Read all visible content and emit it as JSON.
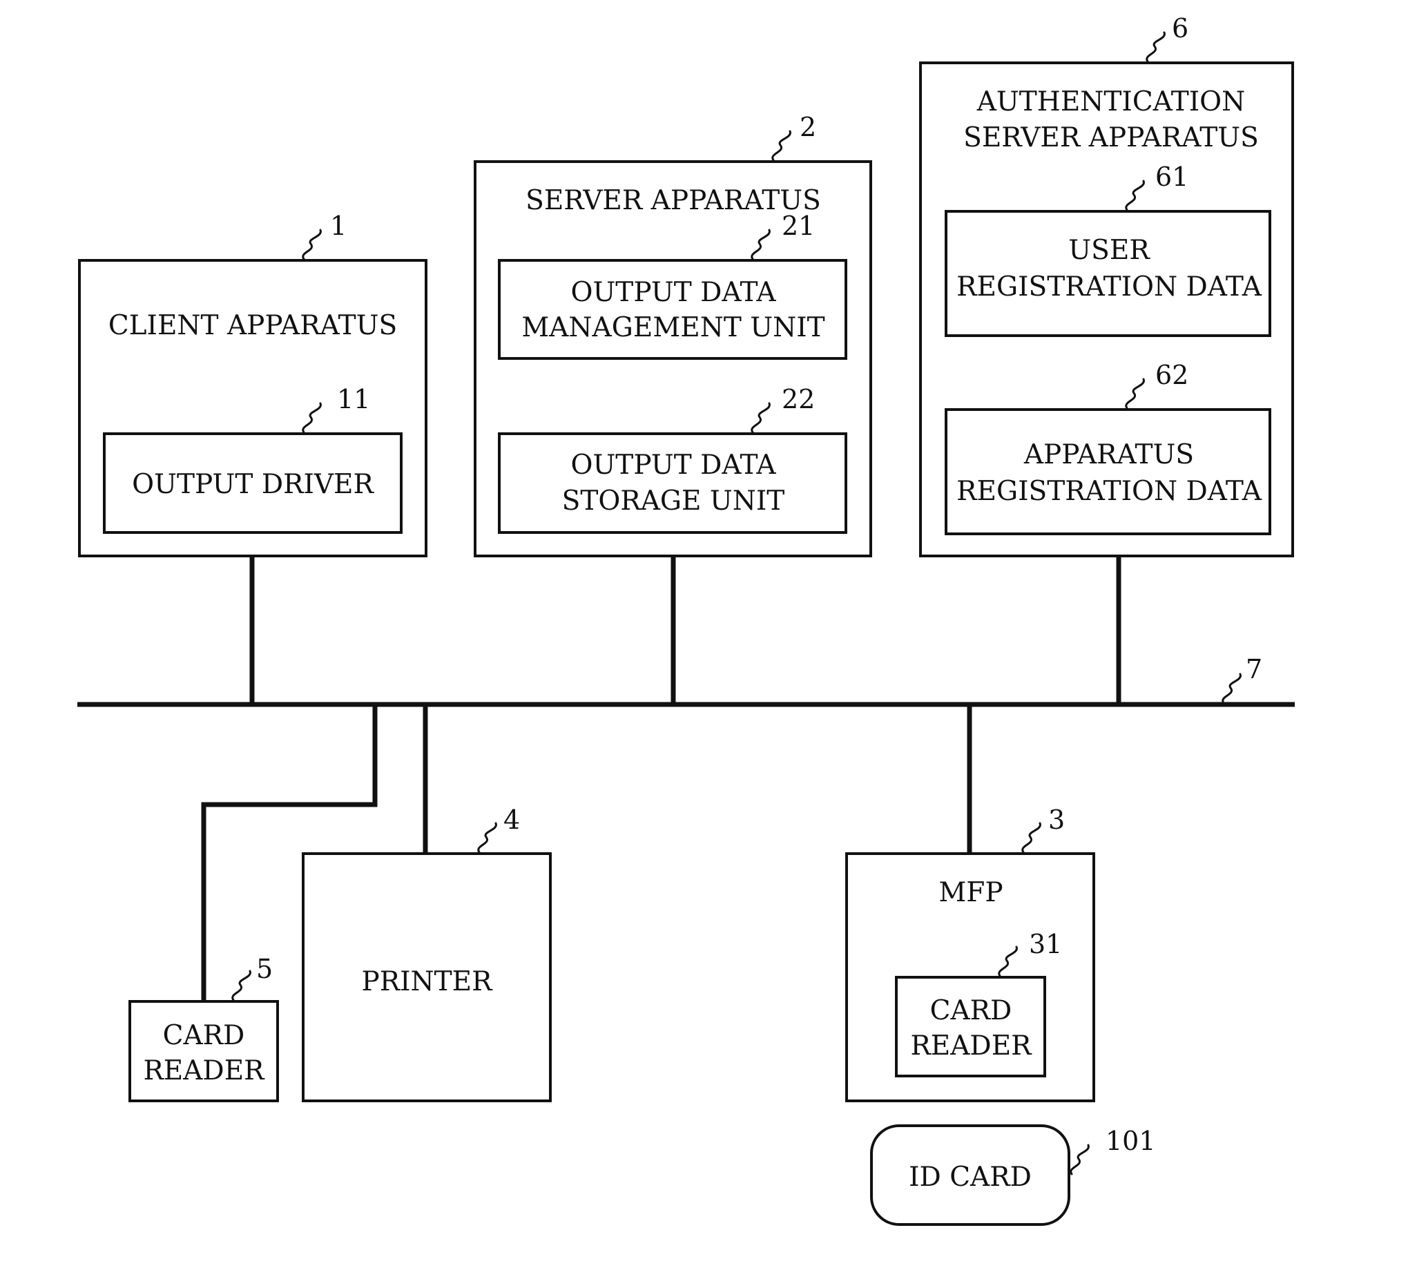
{
  "client": {
    "title": "CLIENT APPARATUS",
    "ref": "1",
    "driver": {
      "label": "OUTPUT DRIVER",
      "ref": "11"
    }
  },
  "server": {
    "title": "SERVER APPARATUS",
    "ref": "2",
    "management": {
      "line1": "OUTPUT DATA",
      "line2": "MANAGEMENT UNIT",
      "ref": "21"
    },
    "storage": {
      "line1": "OUTPUT DATA",
      "line2": "STORAGE UNIT",
      "ref": "22"
    }
  },
  "auth": {
    "line1": "AUTHENTICATION",
    "line2": "SERVER APPARATUS",
    "ref": "6",
    "user_reg": {
      "line1": "USER",
      "line2": "REGISTRATION DATA",
      "ref": "61"
    },
    "apparatus_reg": {
      "line1": "APPARATUS",
      "line2": "REGISTRATION DATA",
      "ref": "62"
    }
  },
  "network": {
    "ref": "7"
  },
  "card_reader": {
    "line1": "CARD",
    "line2": "READER",
    "ref": "5"
  },
  "printer": {
    "label": "PRINTER",
    "ref": "4"
  },
  "mfp": {
    "title": "MFP",
    "ref": "3",
    "card_reader": {
      "line1": "CARD",
      "line2": "READER",
      "ref": "31"
    }
  },
  "id_card": {
    "label": "ID CARD",
    "ref": "101"
  }
}
